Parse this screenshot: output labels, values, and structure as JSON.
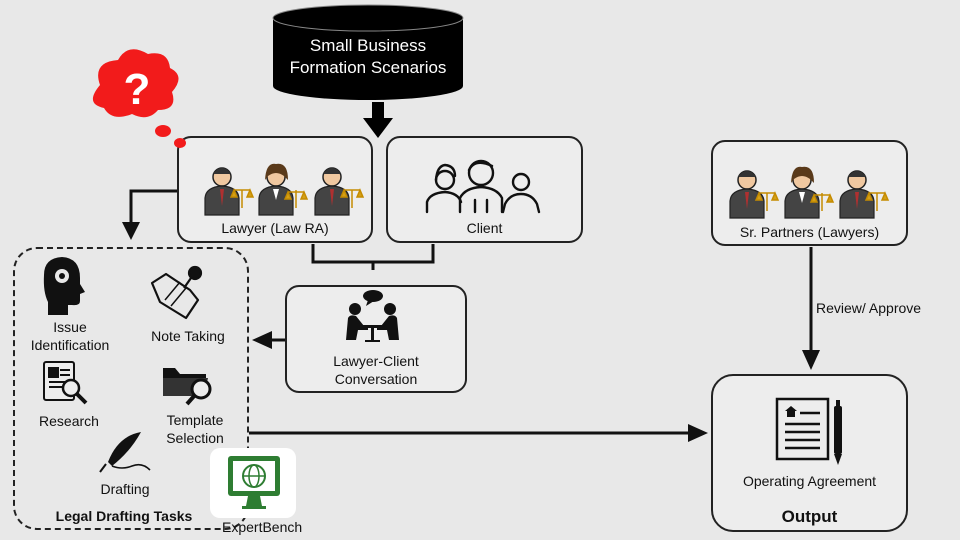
{
  "scenario": {
    "line1": "Small Business",
    "line2": "Formation Scenarios"
  },
  "lawyer_box": {
    "label": "Lawyer (Law RA)"
  },
  "client_box": {
    "label": "Client"
  },
  "conversation": {
    "line1": "Lawyer-Client",
    "line2": "Conversation"
  },
  "partners": {
    "label": "Sr. Partners (Lawyers)"
  },
  "review_label": "Review/ Approve",
  "tasks": {
    "title": "Legal Drafting Tasks",
    "issue": {
      "line1": "Issue",
      "line2": "Identification"
    },
    "note": "Note Taking",
    "research": "Research",
    "template": {
      "line1": "Template",
      "line2": "Selection"
    },
    "drafting": "Drafting"
  },
  "output": {
    "item": "Operating Agreement",
    "title": "Output"
  },
  "expertbench": "ExpertBench",
  "thought": "?",
  "colors": {
    "background": "#e8e8e8",
    "database": "#000000",
    "thought": "#ff0000",
    "monitor": "#2e7d32",
    "tie": "#b03030",
    "scale": "#d4a017"
  }
}
